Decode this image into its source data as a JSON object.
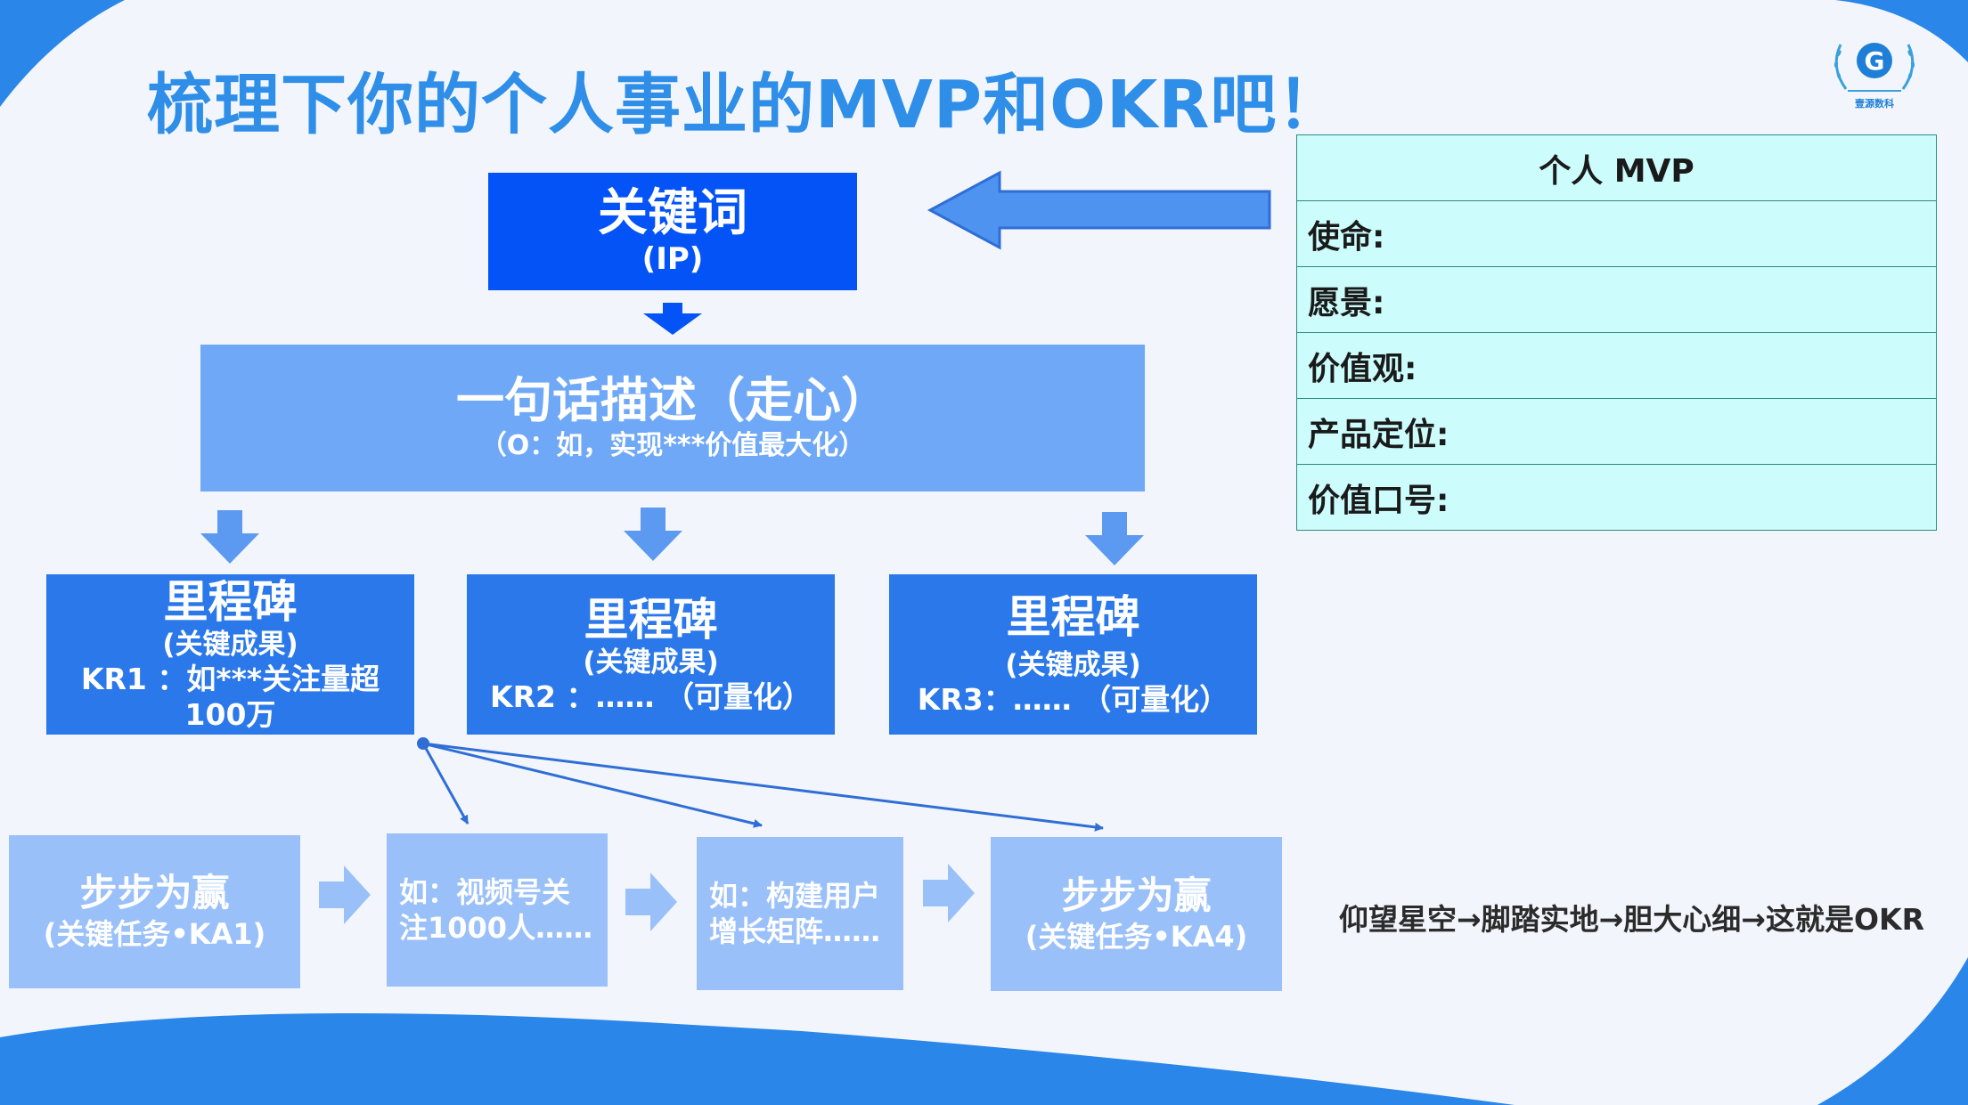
{
  "title": "梳理下你的个人事业的MVP和OKR吧！",
  "keyword": {
    "label": "关键词",
    "sub": "(IP)"
  },
  "description": {
    "label": "一句话描述（走心）",
    "sub": "（O：如，实现***价值最大化）"
  },
  "milestones": [
    {
      "label": "里程碑",
      "sub": "(关键成果)",
      "kr": "KR1 ：如***关注量超100万"
    },
    {
      "label": "里程碑",
      "sub": "(关键成果)",
      "kr": "KR2 ：…… （可量化）"
    },
    {
      "label": "里程碑",
      "sub": "(关键成果)",
      "kr": "KR3：…… （可量化）"
    }
  ],
  "tasks": [
    {
      "label": "步步为赢",
      "sub": "(关键任务•KA1)"
    },
    {
      "text": "如：视频号关注1000人……"
    },
    {
      "text": "如：构建用户增长矩阵……"
    },
    {
      "label": "步步为赢",
      "sub": "(关键任务•KA4)"
    }
  ],
  "mvp_table": {
    "header": "个人 MVP",
    "rows": [
      "使命:",
      "愿景:",
      "价值观:",
      "产品定位:",
      "价值口号:"
    ]
  },
  "slogan": "仰望星空→脚踏实地→胆大心细→这就是OKR",
  "logo_text": "壹源数科",
  "colors": {
    "title": "#2f8ee8",
    "keyword_box": "#0353f7",
    "description_box": "#6ea8f7",
    "milestone_box": "#2a78ea",
    "task_box": "#9ac0fa",
    "table_bg": "#ccfcfc",
    "arrow": "#4f93f0"
  }
}
